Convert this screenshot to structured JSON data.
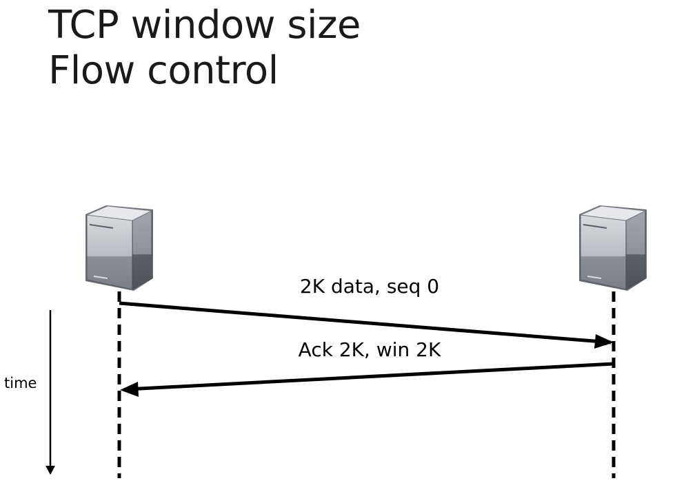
{
  "slide": {
    "title_line1": "TCP window size",
    "title_line2": "Flow control"
  },
  "diagram": {
    "hosts": [
      {
        "name": "left-server",
        "icon": "server-icon"
      },
      {
        "name": "right-server",
        "icon": "server-icon"
      }
    ],
    "messages": [
      {
        "label": "2K data, seq 0",
        "direction": "left-to-right"
      },
      {
        "label": "Ack 2K, win 2K",
        "direction": "right-to-left"
      }
    ],
    "time_label": "time",
    "colors": {
      "line": "#000000",
      "server_light": "#c9ccd1",
      "server_mid": "#9a9ea4",
      "server_dark": "#5d6168"
    }
  }
}
